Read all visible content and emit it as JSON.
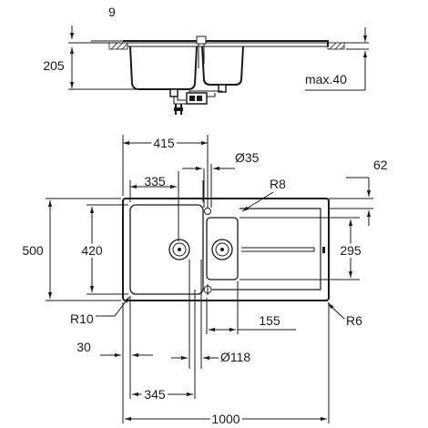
{
  "drawing": {
    "section_view": {
      "labels": {
        "rim_thickness": "9",
        "depth": "205",
        "max_worktop": "max.40"
      }
    },
    "plan_view": {
      "labels": {
        "bowl_centre_to_tap": "415",
        "tap_hole": "Ø35",
        "drain_offset": "62",
        "bowl_width": "335",
        "drainer_radius": "R8",
        "overall_depth": "500",
        "bowl_depth": "420",
        "secondary_depth": "295",
        "bowl_radius": "R10",
        "outer_radius": "R6",
        "secondary_width": "155",
        "edge_offset": "30",
        "cutout_diameter": "Ø118",
        "waste_spacing": "345",
        "overall_width": "1000"
      }
    }
  }
}
